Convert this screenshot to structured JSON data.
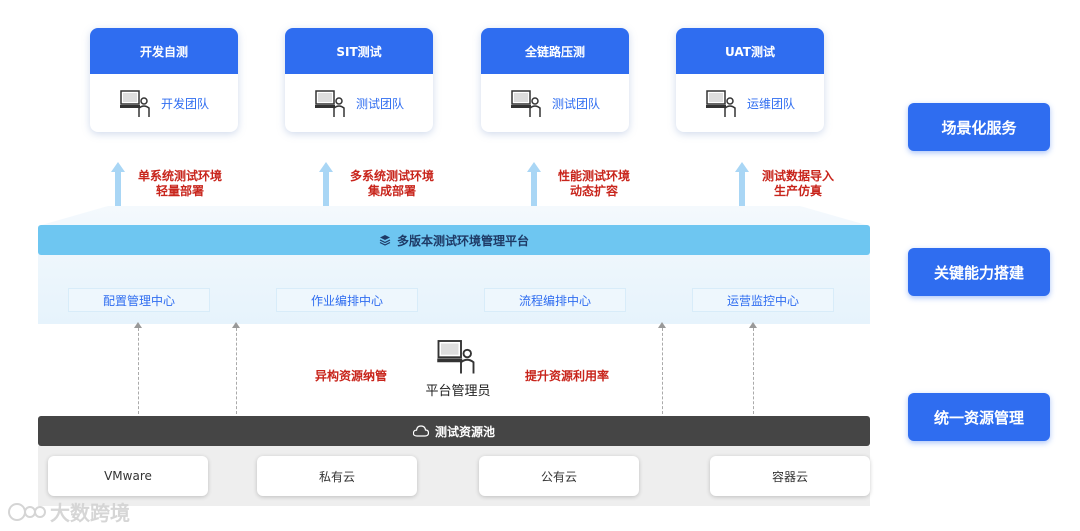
{
  "cards": [
    {
      "title": "开发自测",
      "team": "开发团队"
    },
    {
      "title": "SIT测试",
      "team": "测试团队"
    },
    {
      "title": "全链路压测",
      "team": "测试团队"
    },
    {
      "title": "UAT测试",
      "team": "运维团队"
    }
  ],
  "capabilities": [
    {
      "line1": "单系统测试环境",
      "line2": "轻量部署"
    },
    {
      "line1": "多系统测试环境",
      "line2": "集成部署"
    },
    {
      "line1": "性能测试环境",
      "line2": "动态扩容"
    },
    {
      "line1": "测试数据导入",
      "line2": "生产仿真"
    }
  ],
  "platform": {
    "title": "多版本测试环境管理平台",
    "icon": "layers-icon"
  },
  "centers": [
    "配置管理中心",
    "作业编排中心",
    "流程编排中心",
    "运营监控中心"
  ],
  "admin": {
    "label": "平台管理员",
    "left_note": "异构资源纳管",
    "right_note": "提升资源利用率"
  },
  "pool": {
    "title": "测试资源池",
    "icon": "cloud-icon"
  },
  "resources": [
    "VMware",
    "私有云",
    "公有云",
    "容器云"
  ],
  "side_labels": [
    "场景化服务",
    "关键能力搭建",
    "统一资源管理"
  ],
  "watermark": "大数跨境",
  "colors": {
    "primary": "#2f6df0",
    "accent_red": "#c8251c",
    "platform": "#6ec6f1",
    "pool": "#454545"
  }
}
